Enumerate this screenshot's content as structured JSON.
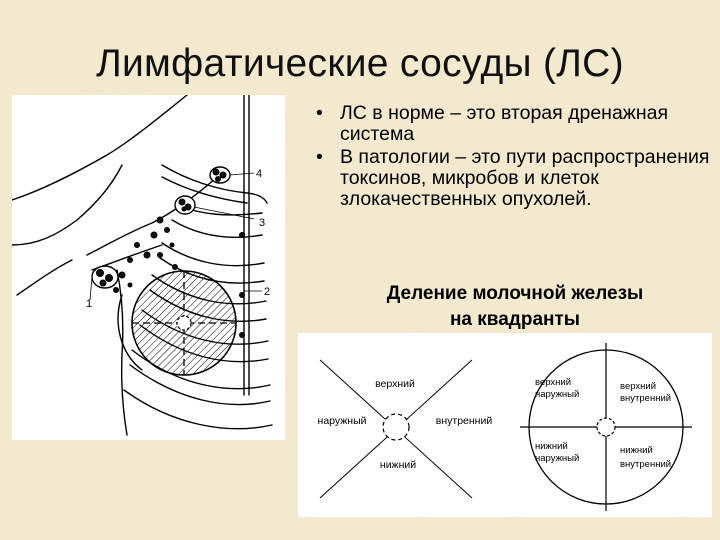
{
  "slide": {
    "title": "Лимфатические сосуды (ЛС)",
    "bullets": [
      "ЛС в норме – это вторая дренажная система",
      "В патологии – это пути распространения токсинов, микробов и клеток злокачественных опухолей."
    ],
    "subtitle_line1": "Деление молочной железы",
    "subtitle_line2": "на квадранты",
    "background_color": "#f3ead0"
  },
  "anatomy_figure": {
    "labels": [
      "4",
      "3",
      "2",
      "1"
    ]
  },
  "quadrant_figure": {
    "left_diagram": {
      "top": "верхний",
      "left": "наружный",
      "right": "внутренний",
      "bottom": "нижний"
    },
    "right_diagram": {
      "top_left_1": "верхний",
      "top_left_2": "наружный",
      "top_right_1": "верхний",
      "top_right_2": "внутренний",
      "bottom_left_1": "нижний",
      "bottom_left_2": "наружный",
      "bottom_right_1": "нижний",
      "bottom_right_2": "внутренний"
    }
  }
}
